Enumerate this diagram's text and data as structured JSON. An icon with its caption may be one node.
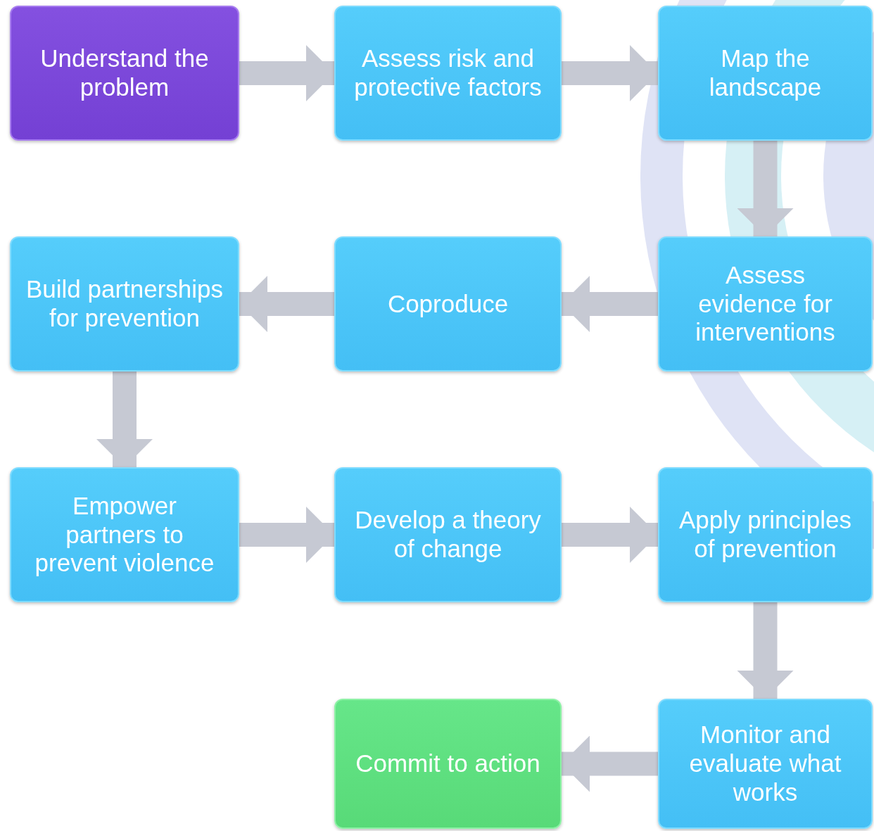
{
  "diagram": {
    "nodes": [
      {
        "text": [
          "Understand the problem"
        ]
      },
      {
        "text": [
          "Assess risk and protective factors"
        ]
      },
      {
        "text": [
          "Map the landscape"
        ]
      },
      {
        "text": [
          "Build partnerships for prevention"
        ]
      },
      {
        "text": [
          "Coproduce"
        ]
      },
      {
        "text": [
          "Assess evidence for interventions"
        ]
      },
      {
        "text": [
          "Empower partners to prevent violence"
        ]
      },
      {
        "text": [
          "Develop a theory of change"
        ]
      },
      {
        "text": [
          "Apply principles of prevention"
        ]
      },
      {
        "text": [
          "Commit to action"
        ]
      },
      {
        "text": [
          "Monitor and evaluate what works"
        ]
      }
    ],
    "edges": [
      {
        "from": 0,
        "to": 1,
        "arrow": "to"
      },
      {
        "from": 1,
        "to": 2,
        "arrow": "to"
      },
      {
        "from": 2,
        "to": 5,
        "arrow": "to"
      },
      {
        "from": 5,
        "to": 4,
        "arrow": "to"
      },
      {
        "from": 4,
        "to": 3,
        "arrow": "to"
      },
      {
        "from": 3,
        "to": 6,
        "arrow": "to"
      },
      {
        "from": 6,
        "to": 7,
        "arrow": "to"
      },
      {
        "from": 7,
        "to": 8,
        "arrow": "to"
      },
      {
        "from": 8,
        "to": 10,
        "arrow": "to"
      },
      {
        "from": 10,
        "to": 9,
        "arrow": "to"
      }
    ]
  }
}
